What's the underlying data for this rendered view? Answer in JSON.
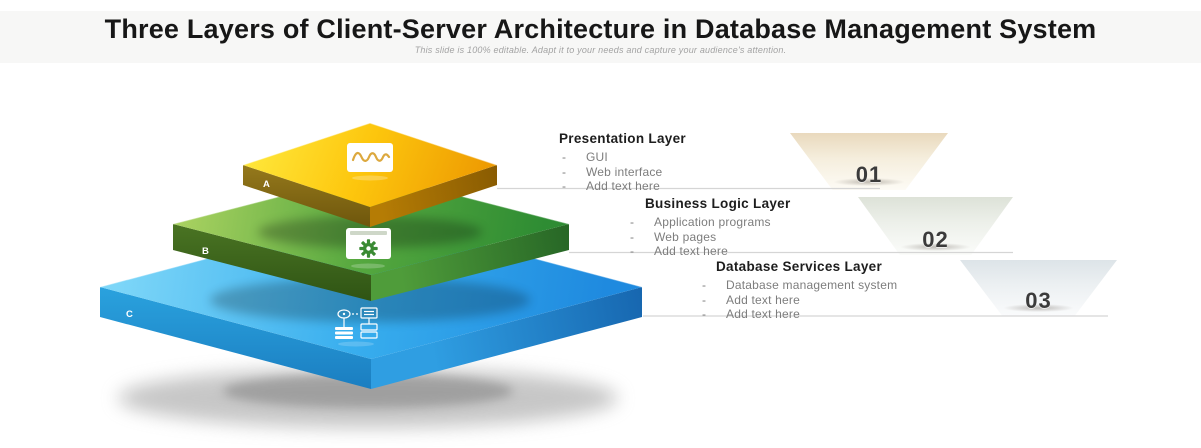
{
  "slide": {
    "title": "Three Layers of Client-Server Architecture in Database Management System",
    "subtitle": "This slide is 100% editable. Adapt it to your needs and capture your audience's attention."
  },
  "ui": {
    "bullet_marker": "-"
  },
  "palette": {
    "header_bg": "#f7f7f6",
    "title_text": "#171717",
    "subtitle_text": "#a3a3a3",
    "body_text": "#7d7d7d",
    "heading_text": "#1d1d1d",
    "number_text": "#3b3b3b",
    "connector_line": "#d5d5d5",
    "badge_tint_1": "#e9d9bd",
    "badge_tint_2": "#dde2d8",
    "badge_tint_3": "#dde4e8"
  },
  "layers": [
    {
      "tag": "A",
      "number": "01",
      "heading": "Presentation Layer",
      "bullets": [
        "GUI",
        "Web interface",
        "Add text here"
      ],
      "icon": "chart-wave-icon",
      "colors": {
        "top_light": "#ffe93d",
        "top_mid": "#fdc60d",
        "top_dark": "#ee9b02",
        "left_light": "#95791c",
        "left_dark": "#6e560c",
        "right_light": "#b57c05",
        "right_dark": "#8a5c02"
      }
    },
    {
      "tag": "B",
      "number": "02",
      "heading": "Business Logic Layer",
      "bullets": [
        "Application programs",
        "Web pages",
        "Add text here"
      ],
      "icon": "gear-window-icon",
      "colors": {
        "top_light": "#a8d160",
        "top_mid": "#56a83f",
        "top_dark": "#2e8c33",
        "left_light": "#4a7423",
        "left_dark": "#2f5414",
        "right_light": "#4f9c3a",
        "right_dark": "#276726"
      }
    },
    {
      "tag": "C",
      "number": "03",
      "heading": "Database Services Layer",
      "bullets": [
        "Database management system",
        "Add text here",
        "Add text here"
      ],
      "icon": "database-network-icon",
      "colors": {
        "top_light": "#7dd6f8",
        "top_mid": "#38aeee",
        "top_dark": "#1f8adf",
        "left_light": "#2aa2de",
        "left_dark": "#1b7ec1",
        "right_light": "#2f9ee2",
        "right_dark": "#1767b0"
      }
    }
  ]
}
